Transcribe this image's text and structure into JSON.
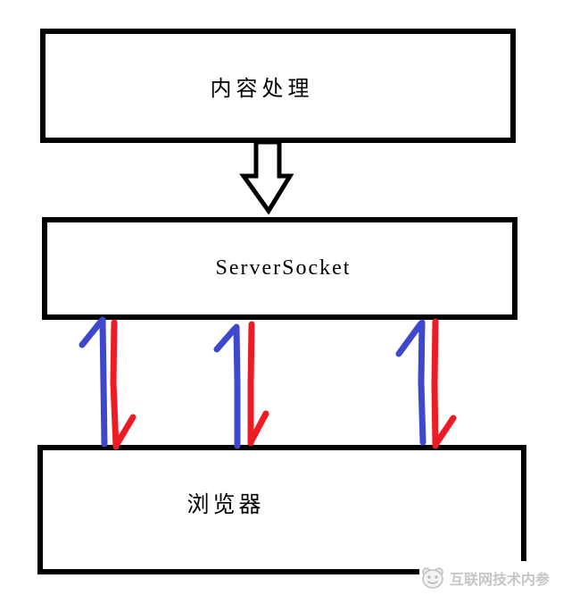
{
  "boxes": {
    "top": {
      "label": "内容处理"
    },
    "middle": {
      "label": "ServerSocket"
    },
    "bottom": {
      "label": "浏览器"
    }
  },
  "arrows": {
    "flow_arrow_style": "hollow-down-arrow",
    "outline_color": "#000000",
    "fill_color": "#ffffff",
    "up_stroke_color": "#3f48cc",
    "down_stroke_color": "#ed1c24",
    "stroke_pairs_count": 3
  },
  "watermark": {
    "text": "互联网技术内参",
    "icon": "face-logo",
    "color": "#c6c6c6"
  }
}
